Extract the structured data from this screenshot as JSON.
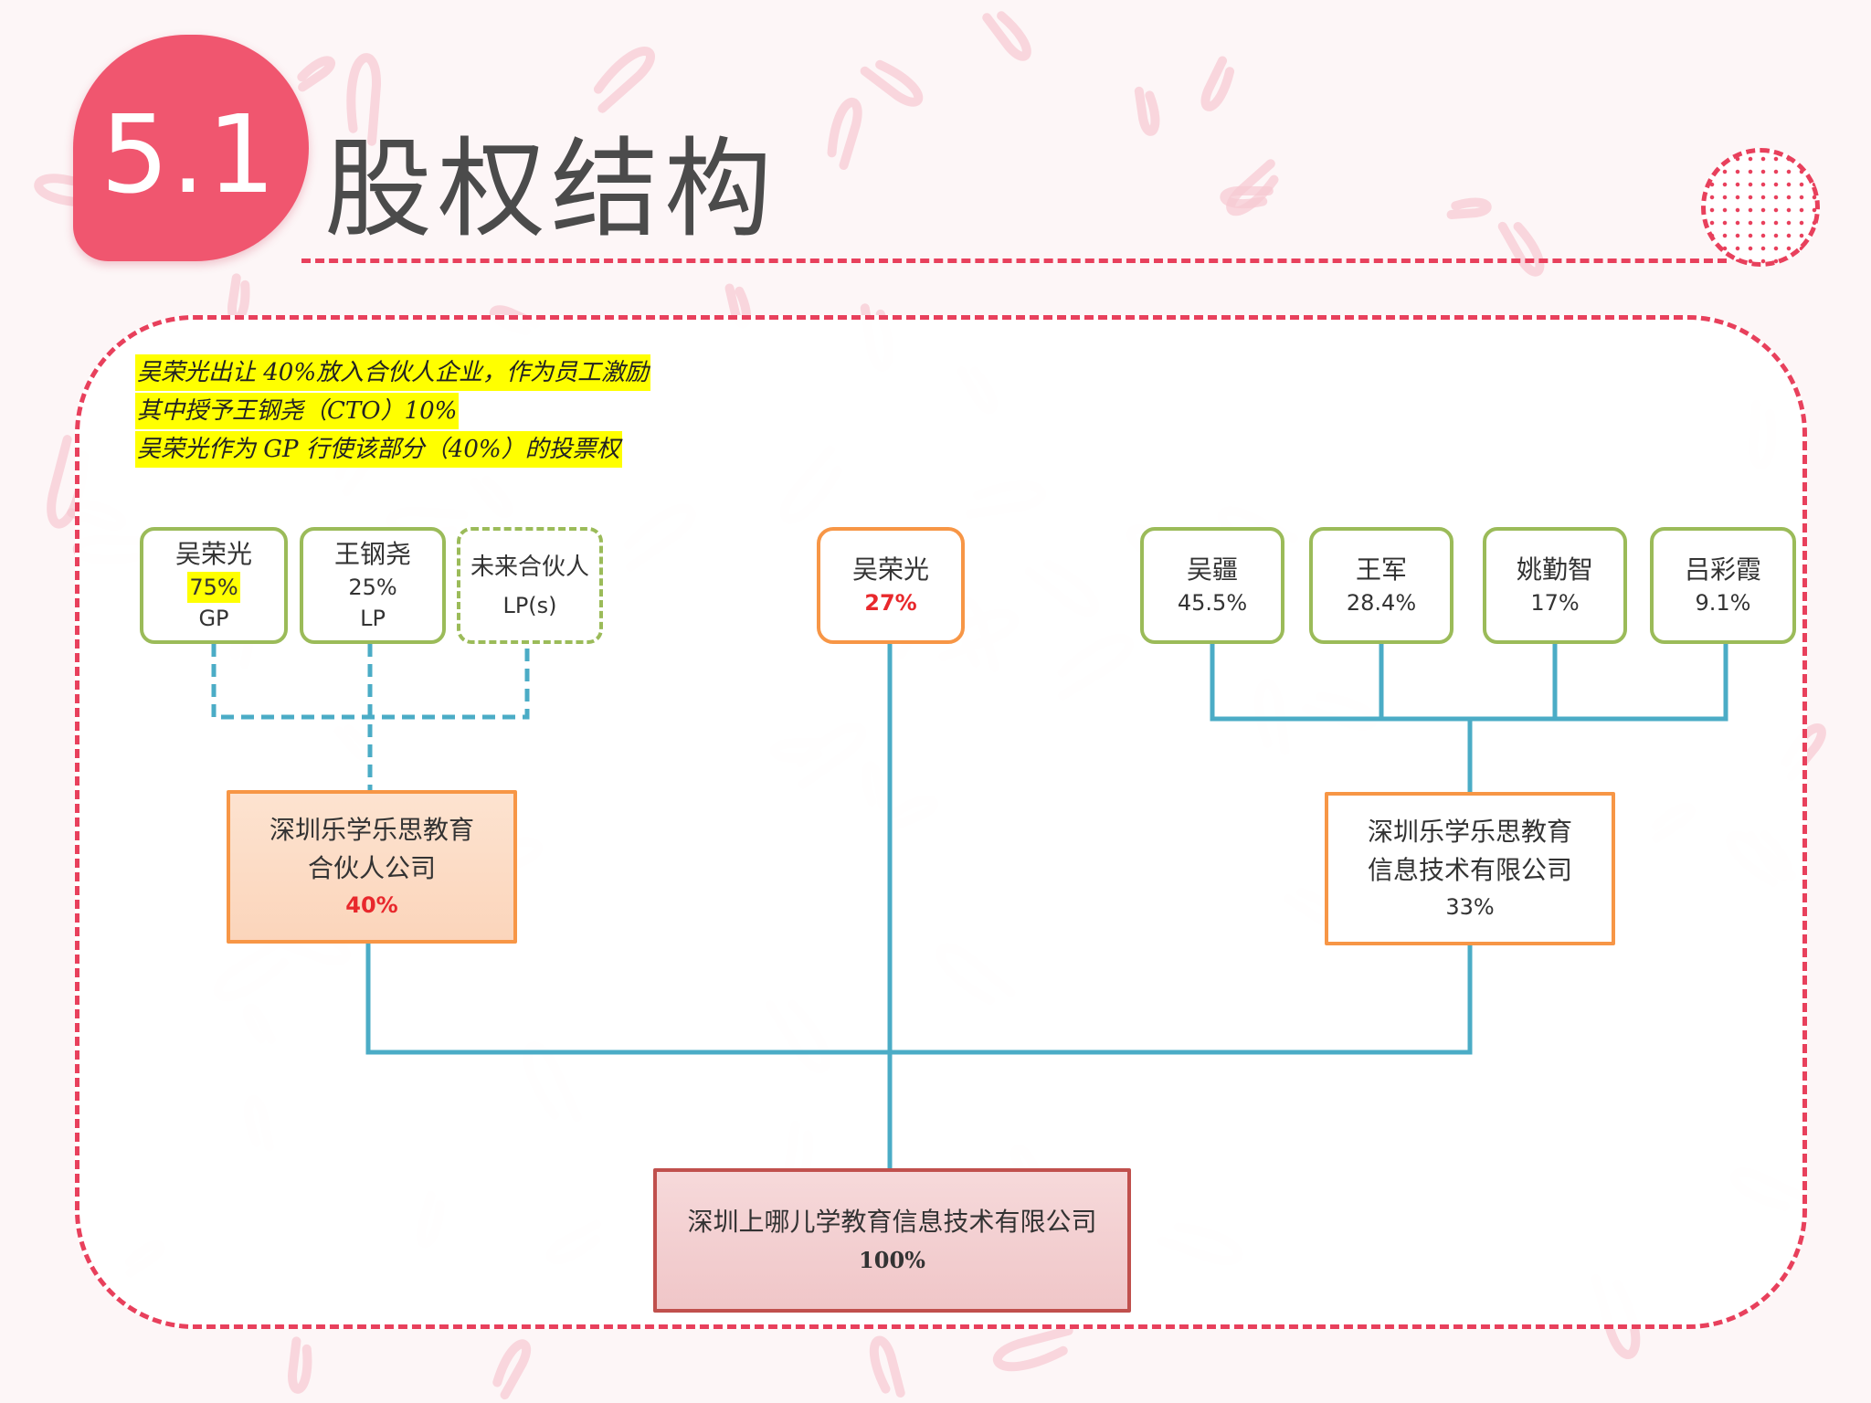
{
  "header": {
    "section_number": "5.1",
    "title": "股权结构"
  },
  "notes": [
    "吴荣光出让 40%放入合伙人企业，作为员工激励",
    "其中授予王钢尧（CTO）10%",
    "吴荣光作为 GP 行使该部分（40%）的投票权"
  ],
  "partners": [
    {
      "name": "吴荣光",
      "share": "75%",
      "role": "GP"
    },
    {
      "name": "王钢尧",
      "share": "25%",
      "role": "LP"
    },
    {
      "name": "未来合伙人",
      "role": "LP(s)"
    }
  ],
  "founder": {
    "name": "吴荣光",
    "share": "27%"
  },
  "tech_shareholders": [
    {
      "name": "吴疆",
      "share": "45.5%"
    },
    {
      "name": "王军",
      "share": "28.4%"
    },
    {
      "name": "姚勤智",
      "share": "17%"
    },
    {
      "name": "吕彩霞",
      "share": "9.1%"
    }
  ],
  "partner_company": {
    "line1": "深圳乐学乐思教育",
    "line2": "合伙人公司",
    "share": "40%"
  },
  "tech_company": {
    "line1": "深圳乐学乐思教育",
    "line2": "信息技术有限公司",
    "share": "33%"
  },
  "target_company": {
    "name": "深圳上哪儿学教育信息技术有限公司",
    "share": "100%"
  },
  "colors": {
    "accent": "#e8405c",
    "connector": "#4bacc6",
    "green": "#9bbb59",
    "orange": "#f79646",
    "dark_red": "#c0504d"
  }
}
